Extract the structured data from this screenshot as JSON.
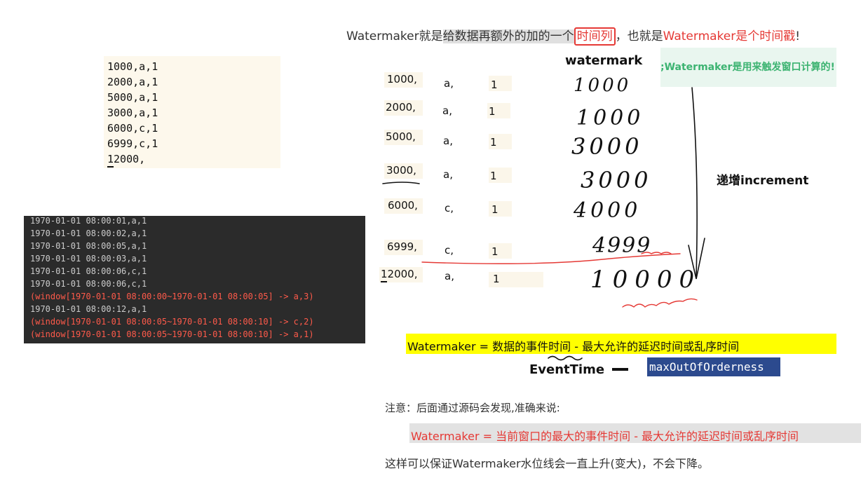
{
  "title": {
    "p1": "Watermaker就是",
    "p2": "给数据再额外的加的一个",
    "p3": "时间列",
    "p4": "，也就是",
    "p5": "Watermaker是个时间戳",
    "p6": "!"
  },
  "input_lines": [
    "1000,a,1",
    "2000,a,1",
    "5000,a,1",
    "3000,a,1",
    "6000,c,1",
    "6999,c,1",
    "12000,"
  ],
  "console_lines": [
    {
      "text": "1970-01-01 08:00:01,a,1",
      "color": "#cccccc"
    },
    {
      "text": "1970-01-01 08:00:02,a,1",
      "color": "#cccccc"
    },
    {
      "text": "1970-01-01 08:00:05,a,1",
      "color": "#cccccc"
    },
    {
      "text": "1970-01-01 08:00:03,a,1",
      "color": "#cccccc"
    },
    {
      "text": "1970-01-01 08:00:06,c,1",
      "color": "#cccccc"
    },
    {
      "text": "1970-01-01 08:00:06,c,1",
      "color": "#cccccc"
    },
    {
      "text": "(window[1970-01-01 08:00:00~1970-01-01 08:00:05] -> a,3)",
      "color": "#ff5a4a"
    },
    {
      "text": "1970-01-01 08:00:12,a,1",
      "color": "#cccccc"
    },
    {
      "text": "(window[1970-01-01 08:00:05~1970-01-01 08:00:10] -> c,2)",
      "color": "#ff5a4a"
    },
    {
      "text": "(window[1970-01-01 08:00:05~1970-01-01 08:00:10] -> a,1)",
      "color": "#ff5a4a"
    }
  ],
  "table_rows": [
    {
      "ts": "1000,",
      "key": "a,",
      "val": "1"
    },
    {
      "ts": "2000,",
      "key": "a,",
      "val": "1"
    },
    {
      "ts": "5000,",
      "key": "a,",
      "val": "1"
    },
    {
      "ts": "3000,",
      "key": "a,",
      "val": "1"
    },
    {
      "ts": "6000,",
      "key": "c,",
      "val": "1"
    },
    {
      "ts": "6999,",
      "key": "c,",
      "val": "1"
    },
    {
      "ts": "12000,",
      "key": "a,",
      "val": "1"
    }
  ],
  "watermark_label": "watermark",
  "green_banner": ";Watermaker是用来触发窗口计算的!",
  "increment_label": "递增increment",
  "formula": {
    "p1": "Watermaker =  ",
    "p2": "数据的事件时间",
    "p3": "   -    最大允许的延迟时间或乱序时间"
  },
  "event_time_label": "EventTime",
  "max_out_label": "maxOutOfOrderness",
  "note": "注意：后面通过源码会发现,准确来说:",
  "accurate_formula": "Watermaker =  当前窗口的最大的事件时间   -    最大允许的延迟时间或乱序时间",
  "conclusion": "这样可以保证Watermaker水位线会一直上升(变大)，不会下降。",
  "handwritten_values": [
    "1000",
    "1000",
    "3000",
    "3000",
    "4000",
    "4999",
    "10000"
  ],
  "colors": {
    "red": "#e53935",
    "yellow": "#ffff00",
    "console_bg": "#2b2b2b",
    "navy": "#2c4a8e",
    "green": "#3cb371"
  }
}
